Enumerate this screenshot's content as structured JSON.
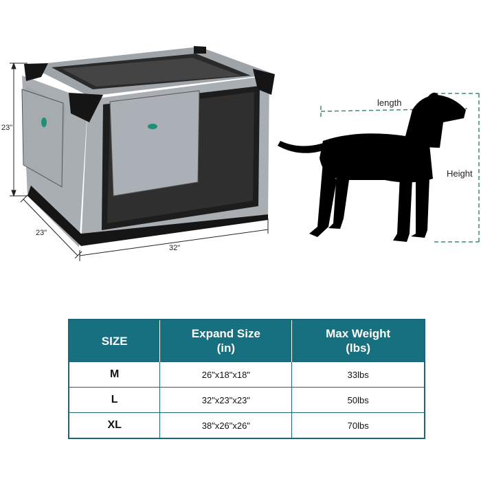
{
  "crate": {
    "height_label": "23\"",
    "depth_label": "23\"",
    "width_label": "32\""
  },
  "dog": {
    "length_label": "length",
    "height_label": "Height"
  },
  "table": {
    "headers": [
      "SIZE",
      "Expand Size\n(in)",
      "Max Weight\n(lbs)"
    ],
    "rows": [
      {
        "size": "M",
        "dims": "26\"x18\"x18\"",
        "weight": "33lbs"
      },
      {
        "size": "L",
        "dims": "32\"x23\"x23\"",
        "weight": "50lbs"
      },
      {
        "size": "XL",
        "dims": "38\"x26\"x26\"",
        "weight": "70lbs"
      }
    ]
  },
  "colors": {
    "header_bg": "#17707f",
    "crate_gray": "#a9aeb3",
    "crate_black": "#151515",
    "guide_line": "#3a8a73"
  }
}
